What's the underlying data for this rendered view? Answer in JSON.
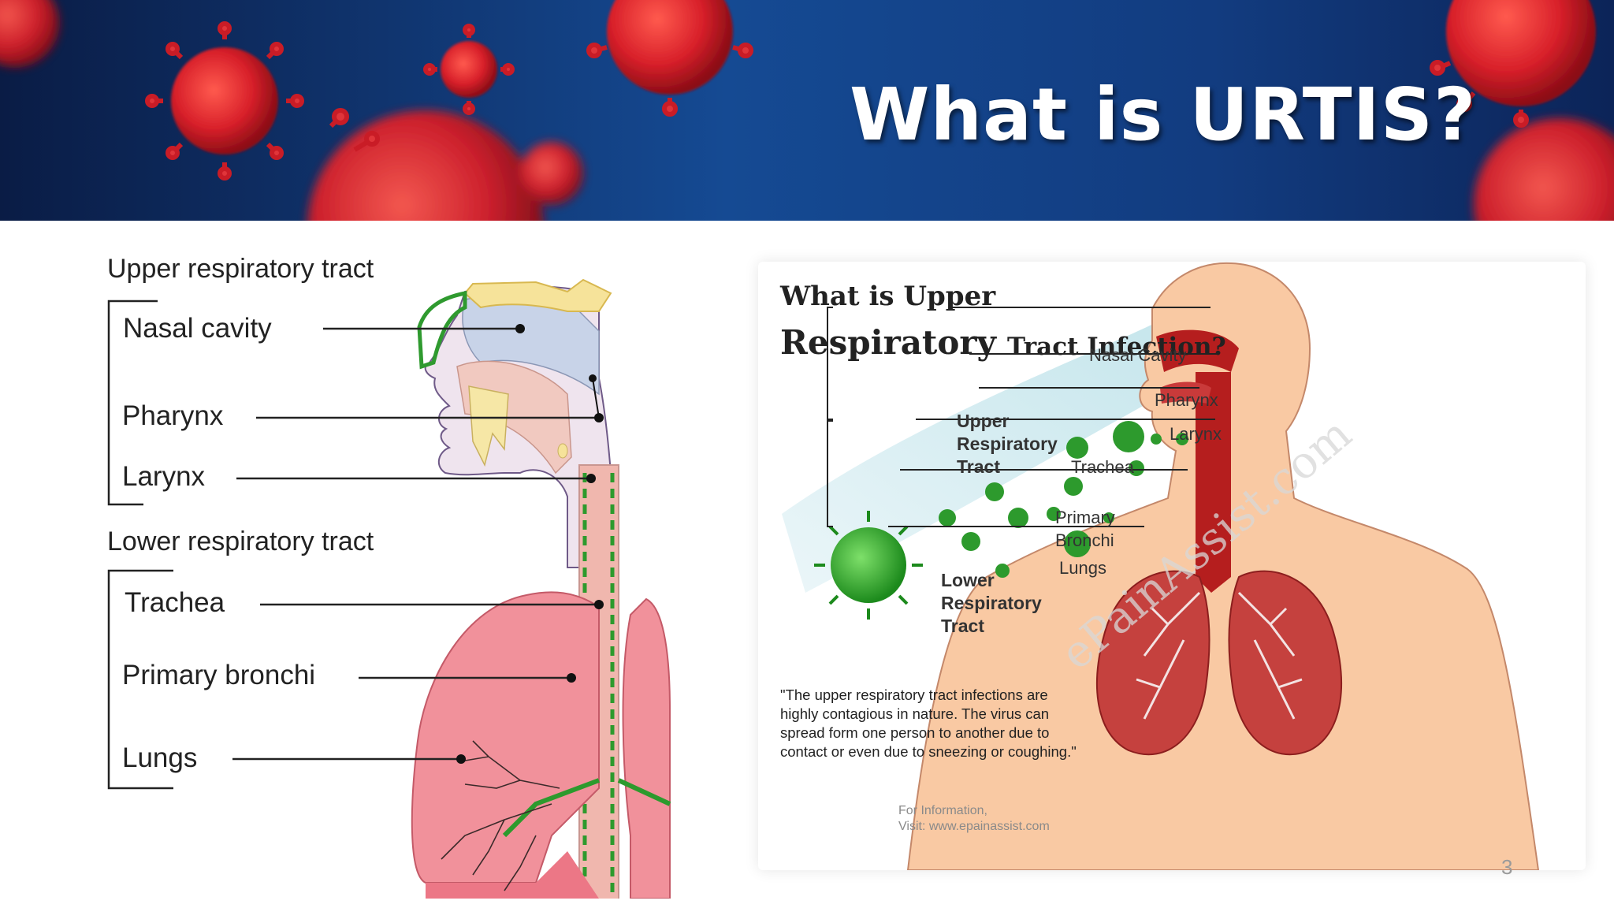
{
  "slide": {
    "title": "What is URTIS?",
    "page_number": "3"
  },
  "colors": {
    "banner_dark": "#0b1f4a",
    "banner_mid": "#17468c",
    "virus_red": "#d4222a",
    "lung_pink": "#f08a95",
    "airway_green": "#2d9a2d",
    "skin": "#f7c5a0",
    "trachea_red": "#b51e1e"
  },
  "left_diagram": {
    "upper_heading": "Upper respiratory tract",
    "lower_heading": "Lower respiratory tract",
    "upper_labels": [
      "Nasal cavity",
      "Pharynx",
      "Larynx"
    ],
    "lower_labels": [
      "Trachea",
      "Primary bronchi",
      "Lungs"
    ]
  },
  "right_diagram": {
    "title_line1": "What is Upper",
    "title_line2_big": "Respiratory",
    "title_line2_small": "Tract Infection?",
    "group_upper": "Upper\nRespiratory\nTract",
    "group_lower": "Lower\nRespiratory\nTract",
    "labels": [
      "Nasal Cavity",
      "Pharynx",
      "Larynx",
      "Trachea",
      "Primary\nBronchi",
      "Lungs"
    ],
    "quote": "\"The upper respiratory tract infections are highly contagious in nature. The virus can spread form one person to another due to contact or even due to sneezing or coughing.\"",
    "info_line1": "For Information,",
    "info_line2": "Visit: www.epainassist.com",
    "watermark": "ePainAssist.com"
  }
}
